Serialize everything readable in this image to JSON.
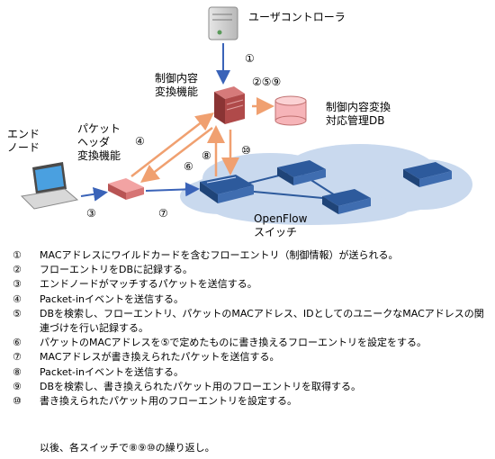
{
  "labels": {
    "user_controller": "ユーザコントローラ",
    "control_converter": [
      "制御内容",
      "変換機能"
    ],
    "db_name": [
      "制御内容変換",
      "対応管理DB"
    ],
    "end_node": [
      "エンド",
      "ノード"
    ],
    "packet_header": [
      "パケット",
      "ヘッダ",
      "変換機能"
    ],
    "openflow_switch": [
      "OpenFlow",
      "スイッチ"
    ]
  },
  "arrow_numbers": {
    "n1": "①",
    "n2_5_9": "②⑤⑨",
    "n3": "③",
    "n4": "④",
    "n6": "⑥",
    "n7": "⑦",
    "n8": "⑧",
    "n10": "⑩"
  },
  "steps": [
    {
      "num": "①",
      "text": "MACアドレスにワイルドカードを含むフローエントリ（制御情報）が送られる。"
    },
    {
      "num": "②",
      "text": "フローエントリをDBに記録する。"
    },
    {
      "num": "③",
      "text": "エンドノードがマッチするパケットを送信する。"
    },
    {
      "num": "④",
      "text": "Packet-inイベントを送信する。"
    },
    {
      "num": "⑤",
      "text": "DBを検索し、フローエントリ、パケットのMACアドレス、IDとしてのユニークなMACアドレスの関連づけを行い記録する。"
    },
    {
      "num": "⑥",
      "text": "パケットのMACアドレスを⑤で定めたものに書き換えるフローエントリを設定をする。"
    },
    {
      "num": "⑦",
      "text": "MACアドレスが書き換えられたパケットを送信する。"
    },
    {
      "num": "⑧",
      "text": "Packet-inイベントを送信する。"
    },
    {
      "num": "⑨",
      "text": "DBを検索し、書き換えられたパケット用のフローエントリを取得する。"
    },
    {
      "num": "⑩",
      "text": "書き換えられたパケット用のフローエントリを設定する。"
    }
  ],
  "footer": "以後、各スイッチで⑧⑨⑩の繰り返し。",
  "colors": {
    "blue_arrow": "#3a63b8",
    "orange_arrow": "#f0a070",
    "cloud": "#c9d9ee",
    "server_red": "#b04a4a",
    "db_fill": "#f6b4b8",
    "switch_blue": "#2d5a9c"
  }
}
